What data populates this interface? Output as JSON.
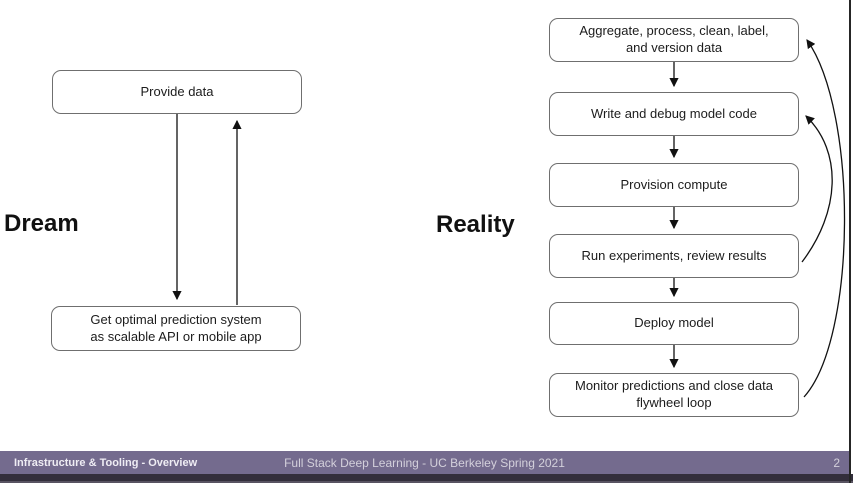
{
  "slide": {
    "dream": {
      "label": "Dream",
      "boxes": [
        "Provide data",
        "Get optimal prediction system\nas scalable API or mobile app"
      ]
    },
    "reality": {
      "label": "Reality",
      "boxes": [
        "Aggregate, process, clean, label,\nand version data",
        "Write and debug model code",
        "Provision compute",
        "Run experiments, review results",
        "Deploy model",
        "Monitor predictions and close data\nflywheel loop"
      ]
    },
    "footer": {
      "left": "Infrastructure & Tooling - Overview",
      "center": "Full Stack Deep Learning - UC Berkeley Spring 2021",
      "page_number": "2"
    },
    "colors": {
      "footer_bar": "#746b8e",
      "footer_strip": "#332e3b",
      "box_border": "#6f6f6f",
      "arrow": "#111111",
      "background": "#ffffff"
    }
  }
}
